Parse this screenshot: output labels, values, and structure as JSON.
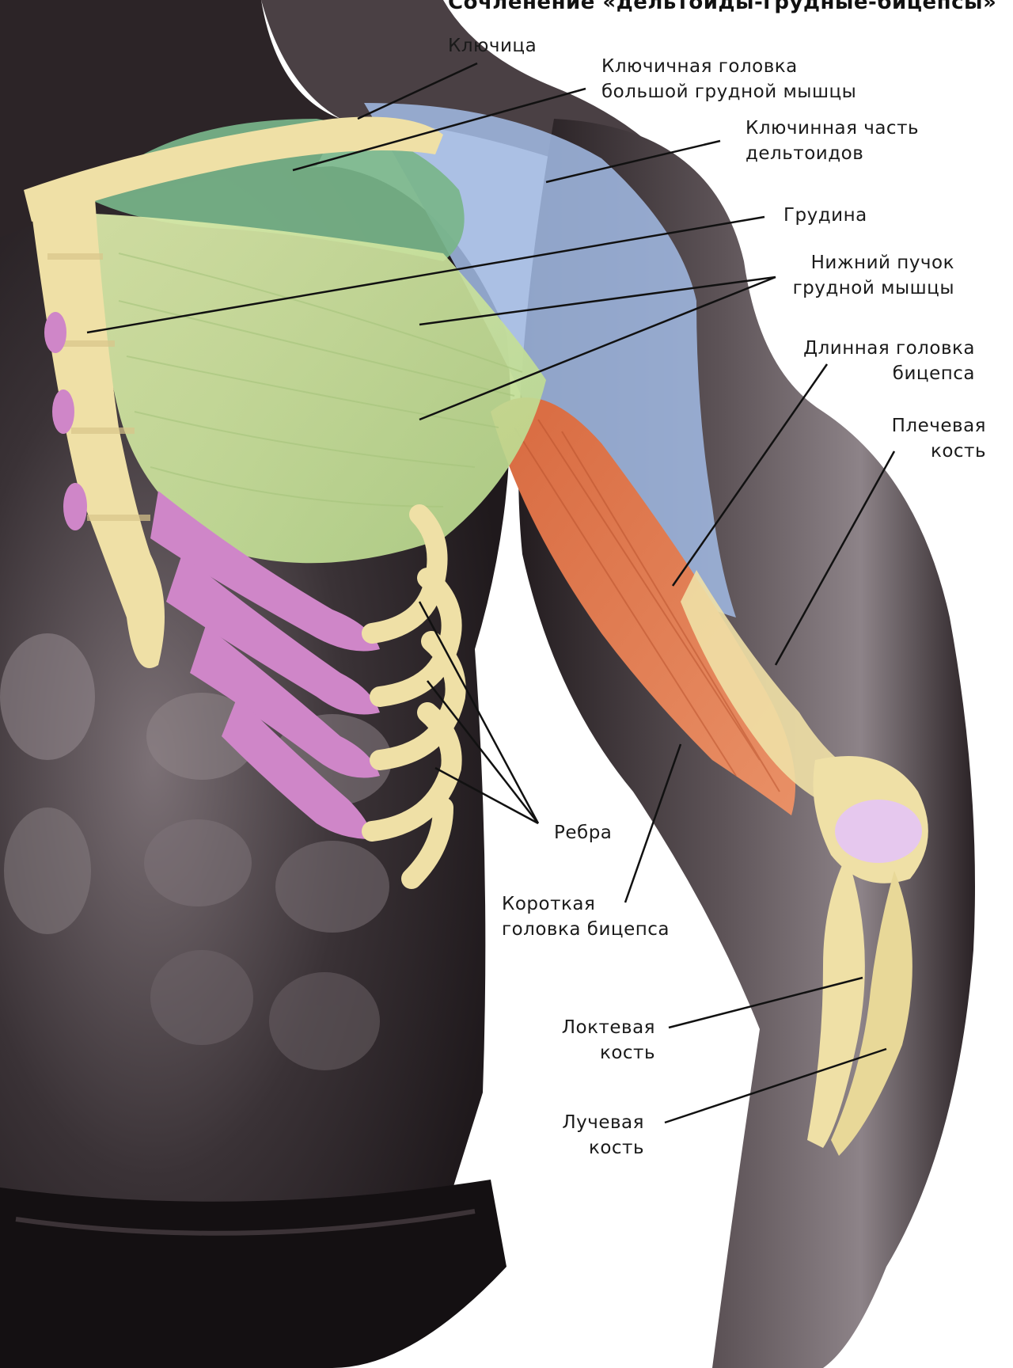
{
  "title": "Сочленение «дельтоиды-грудные-бицепсы»",
  "labels": {
    "clavicle": "Ключица",
    "pec_clavicular_1": "Ключичная головка",
    "pec_clavicular_2": "большой грудной мышцы",
    "deltoid_clavicular_1": "Ключинная часть",
    "deltoid_clavicular_2": "дельтоидов",
    "sternum": "Грудина",
    "pec_lower_1": "Нижний пучок",
    "pec_lower_2": "грудной мышцы",
    "biceps_long_1": "Длинная головка",
    "biceps_long_2": "бицепса",
    "humerus_1": "Плечевая",
    "humerus_2": "кость",
    "ribs": "Ребра",
    "biceps_short_1": "Короткая",
    "biceps_short_2": "головка бицепса",
    "ulna_1": "Локтевая",
    "ulna_2": "кость",
    "radius_1": "Лучевая",
    "radius_2": "кость"
  },
  "colors": {
    "skin_dark": "#2b2326",
    "skin_mid": "#5a4f53",
    "skin_light": "#a49aa0",
    "pec_clavicular": "#78b58a",
    "pec_sternal": "#cfe39a",
    "deltoid": "#9fb7e0",
    "biceps": "#e07a4c",
    "bone": "#efe0a6",
    "cartilage": "#cf86c8",
    "leader_line": "#111111"
  }
}
